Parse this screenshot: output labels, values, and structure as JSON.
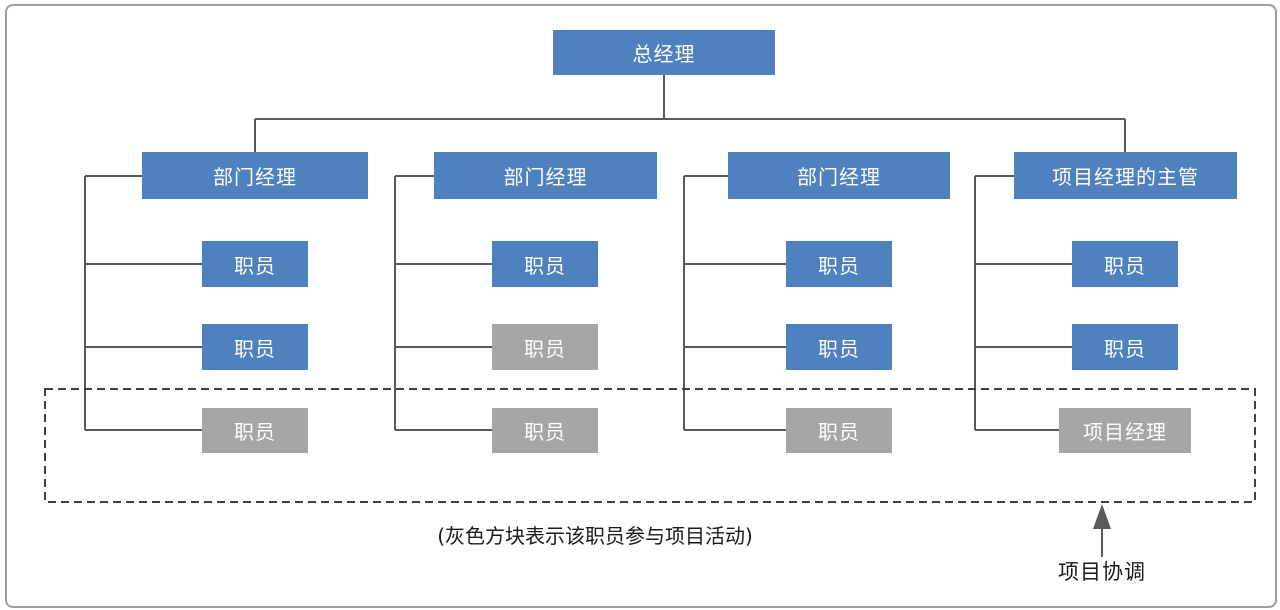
{
  "colors": {
    "node_blue": "#4E81BD",
    "node_gray": "#A6A6A6",
    "connector": "#595959",
    "dashed_border": "#3F3F3F",
    "text_on_node": "#FFFFFF",
    "annotation_text": "#1A1A1A",
    "frame_border": "#9E9E9E"
  },
  "org": {
    "root": {
      "label": "总经理"
    },
    "columns": [
      {
        "manager": {
          "label": "部门经理"
        },
        "staff": [
          {
            "label": "职员",
            "participates": false
          },
          {
            "label": "职员",
            "participates": false
          },
          {
            "label": "职员",
            "participates": true
          }
        ]
      },
      {
        "manager": {
          "label": "部门经理"
        },
        "staff": [
          {
            "label": "职员",
            "participates": false
          },
          {
            "label": "职员",
            "participates": true
          },
          {
            "label": "职员",
            "participates": true
          }
        ]
      },
      {
        "manager": {
          "label": "部门经理"
        },
        "staff": [
          {
            "label": "职员",
            "participates": false
          },
          {
            "label": "职员",
            "participates": false
          },
          {
            "label": "职员",
            "participates": true
          }
        ]
      },
      {
        "manager": {
          "label": "项目经理的主管"
        },
        "staff": [
          {
            "label": "职员",
            "participates": false
          },
          {
            "label": "职员",
            "participates": false
          },
          {
            "label": "项目经理",
            "participates": true
          }
        ]
      }
    ]
  },
  "caption": "(灰色方块表示该职员参与项目活动)",
  "annotation": {
    "label": "项目协调"
  }
}
